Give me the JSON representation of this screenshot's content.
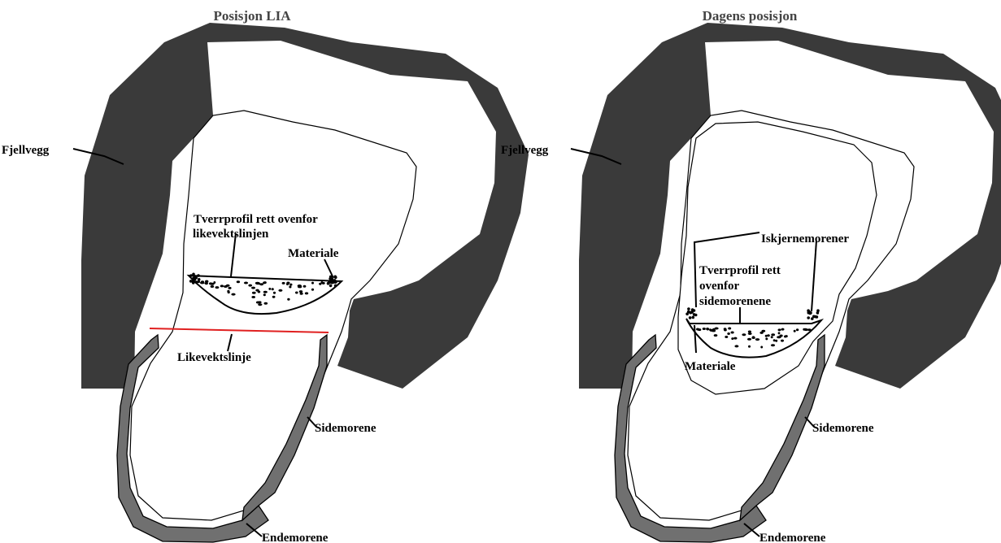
{
  "panels": [
    {
      "id": "lia",
      "title": "Posisjon LIA",
      "labels": {
        "fjellvegg": "Fjellvegg",
        "tverrprofil_line1": "Tverrprofil rett ovenfor",
        "tverrprofil_line2": "likevektslinjen",
        "materiale": "Materiale",
        "likevektslinje": "Likevektslinje",
        "sidemorene": "Sidemorene",
        "endemorene": "Endemorene"
      }
    },
    {
      "id": "dagens",
      "title": "Dagens posisjon",
      "labels": {
        "fjellvegg": "Fjellvegg",
        "iskjernemorener": "Iskjernemorener",
        "tverrprofil_line1": "Tverrprofil rett",
        "tverrprofil_line2": "ovenfor",
        "tverrprofil_line3": "sidemorenene",
        "materiale": "Materiale",
        "sidemorene": "Sidemorene",
        "endemorene": "Endemorene"
      }
    }
  ],
  "colors": {
    "fjellvegg": "#3a3a3a",
    "morene": "#707070",
    "likevektslinje": "#e02020"
  }
}
